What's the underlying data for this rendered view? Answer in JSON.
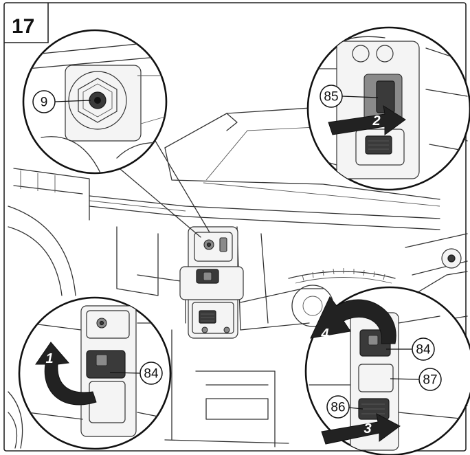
{
  "figure": {
    "number": "17"
  },
  "callouts": {
    "c9": "9",
    "c85": "85",
    "c84_left": "84",
    "c84_right": "84",
    "c87": "87",
    "c86": "86"
  },
  "arrows": {
    "a1": "1",
    "a2": "2",
    "a3": "3",
    "a4": "4"
  }
}
